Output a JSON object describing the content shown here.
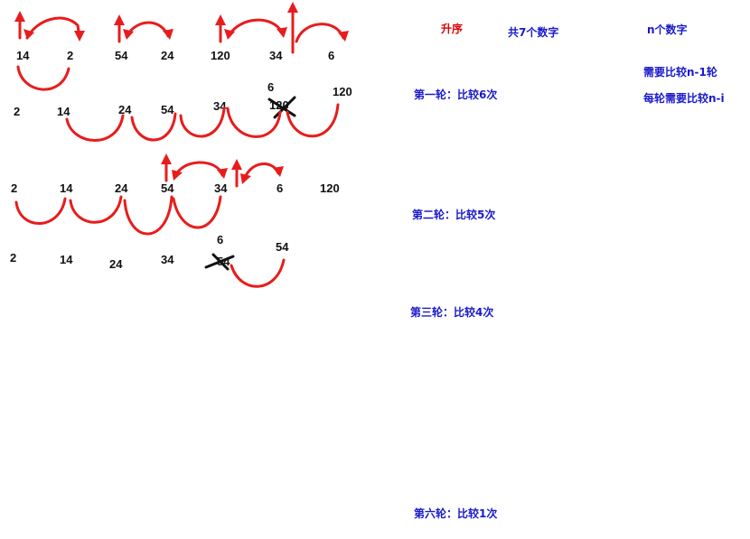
{
  "notes": {
    "ascending": "升序",
    "total": "共7个数字",
    "n_numbers": "n个数字",
    "need_rounds": "需要比较n-1轮",
    "per_round": "每轮需要比较n-i",
    "round1": "第一轮：比较6次",
    "round2": "第二轮：比较5次",
    "round3": "第三轮：比较4次",
    "round6": "第六轮：比较1次"
  },
  "rows": [
    [
      "14",
      "2",
      "54",
      "24",
      "120",
      "34",
      "6"
    ],
    [
      "2",
      "14",
      "24",
      "54",
      "34",
      "120"
    ],
    [
      "2",
      "14",
      "24",
      "54",
      "34",
      "6",
      "120"
    ],
    [
      "2",
      "14",
      "24",
      "34",
      "54"
    ]
  ],
  "inserted": {
    "row2": "6",
    "row4": "6"
  },
  "crossed": {
    "row2": "120",
    "row4": "54"
  },
  "colors": {
    "pen_red": "#e81c1c",
    "note_red": "#e00000",
    "note_blue": "#1a1acc",
    "cross": "#111111"
  }
}
